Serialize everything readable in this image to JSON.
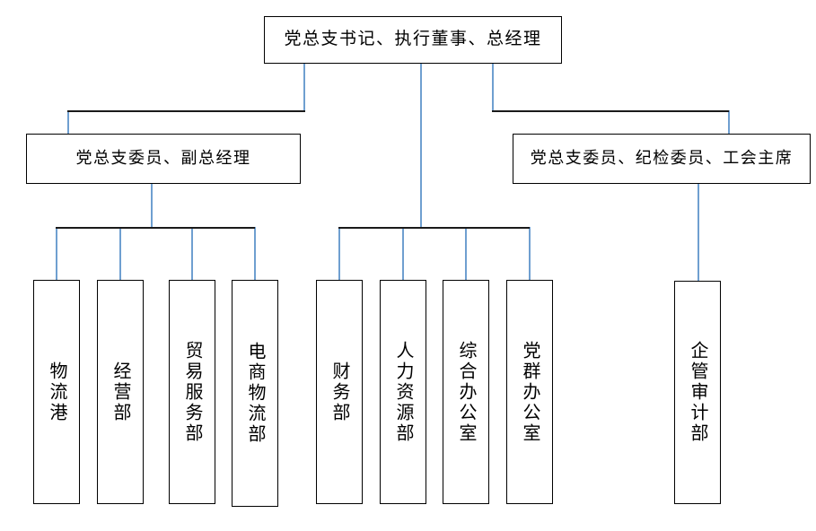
{
  "chart": {
    "type": "org-chart",
    "title": "",
    "line_color_vertical": "#6f9fd0",
    "line_color_horizontal": "#1a1a1a",
    "box_border_color": "#000000",
    "background": "#ffffff"
  },
  "nodes": {
    "root": {
      "label": "党总支书记、执行董事、总经理",
      "level": 1
    },
    "level2": [
      {
        "label": "党总支委员、副总经理"
      },
      {
        "label": "党总支委员、纪检委员、工会主席"
      }
    ],
    "departments_left": [
      {
        "label": "物流港"
      },
      {
        "label": "经营部"
      },
      {
        "label": "贸易服务部"
      },
      {
        "label": "电商物流部"
      }
    ],
    "departments_middle": [
      {
        "label": "财务部"
      },
      {
        "label": "人力资源部"
      },
      {
        "label": "综合办公室"
      },
      {
        "label": "党群办公室"
      }
    ],
    "departments_right": [
      {
        "label": "企管审计部"
      }
    ]
  }
}
